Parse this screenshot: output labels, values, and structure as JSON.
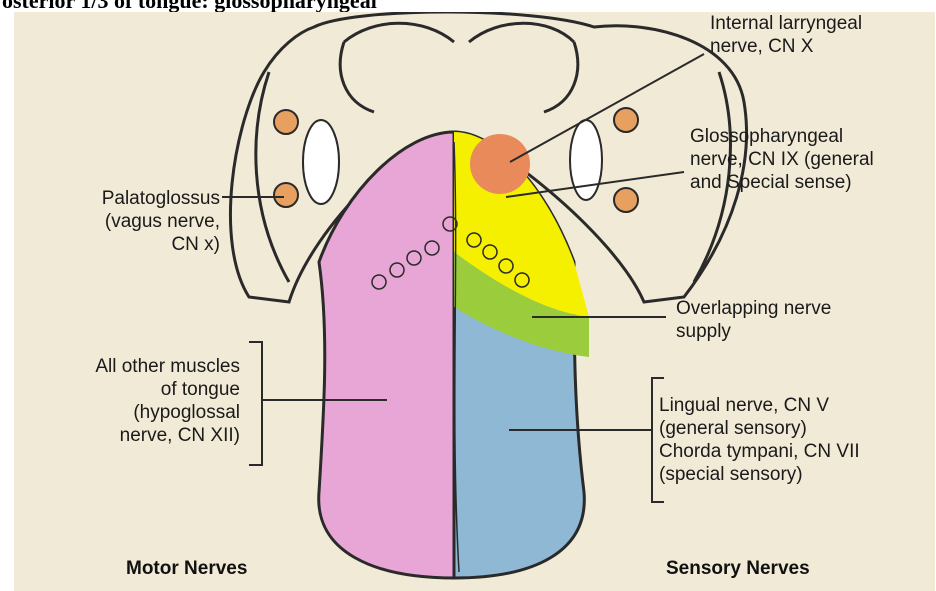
{
  "header": {
    "text": "osterior 1/3 of tongue: glossopharyngeal"
  },
  "colors": {
    "background": "#f1ead6",
    "motor_pink": "#e8a6d6",
    "glossopharyngeal_yellow": "#f5f000",
    "internal_laryngeal_orange": "#e98a5a",
    "overlap_green": "#9bcc3c",
    "lingual_blue": "#8eb8d4",
    "outline": "#2a2a2a"
  },
  "labels": {
    "internal_laryngeal": [
      "Internal larryngeal",
      "nerve, CN X"
    ],
    "glossopharyngeal": [
      "Glossopharyngeal",
      "nerve, CN IX (general",
      "and Special sense)"
    ],
    "palatoglossus": [
      "Palatoglossus",
      "(vagus nerve,",
      "CN x)"
    ],
    "overlapping": [
      "Overlapping nerve",
      "supply"
    ],
    "other_muscles": [
      "All other muscles",
      "of tongue",
      "(hypoglossal",
      "nerve, CN XII)"
    ],
    "lingual": [
      "Lingual nerve, CN V",
      "(general sensory)",
      "Chorda tympani, CN VII",
      "(special sensory)"
    ],
    "motor_nerves": "Motor Nerves",
    "sensory_nerves": "Sensory Nerves"
  }
}
